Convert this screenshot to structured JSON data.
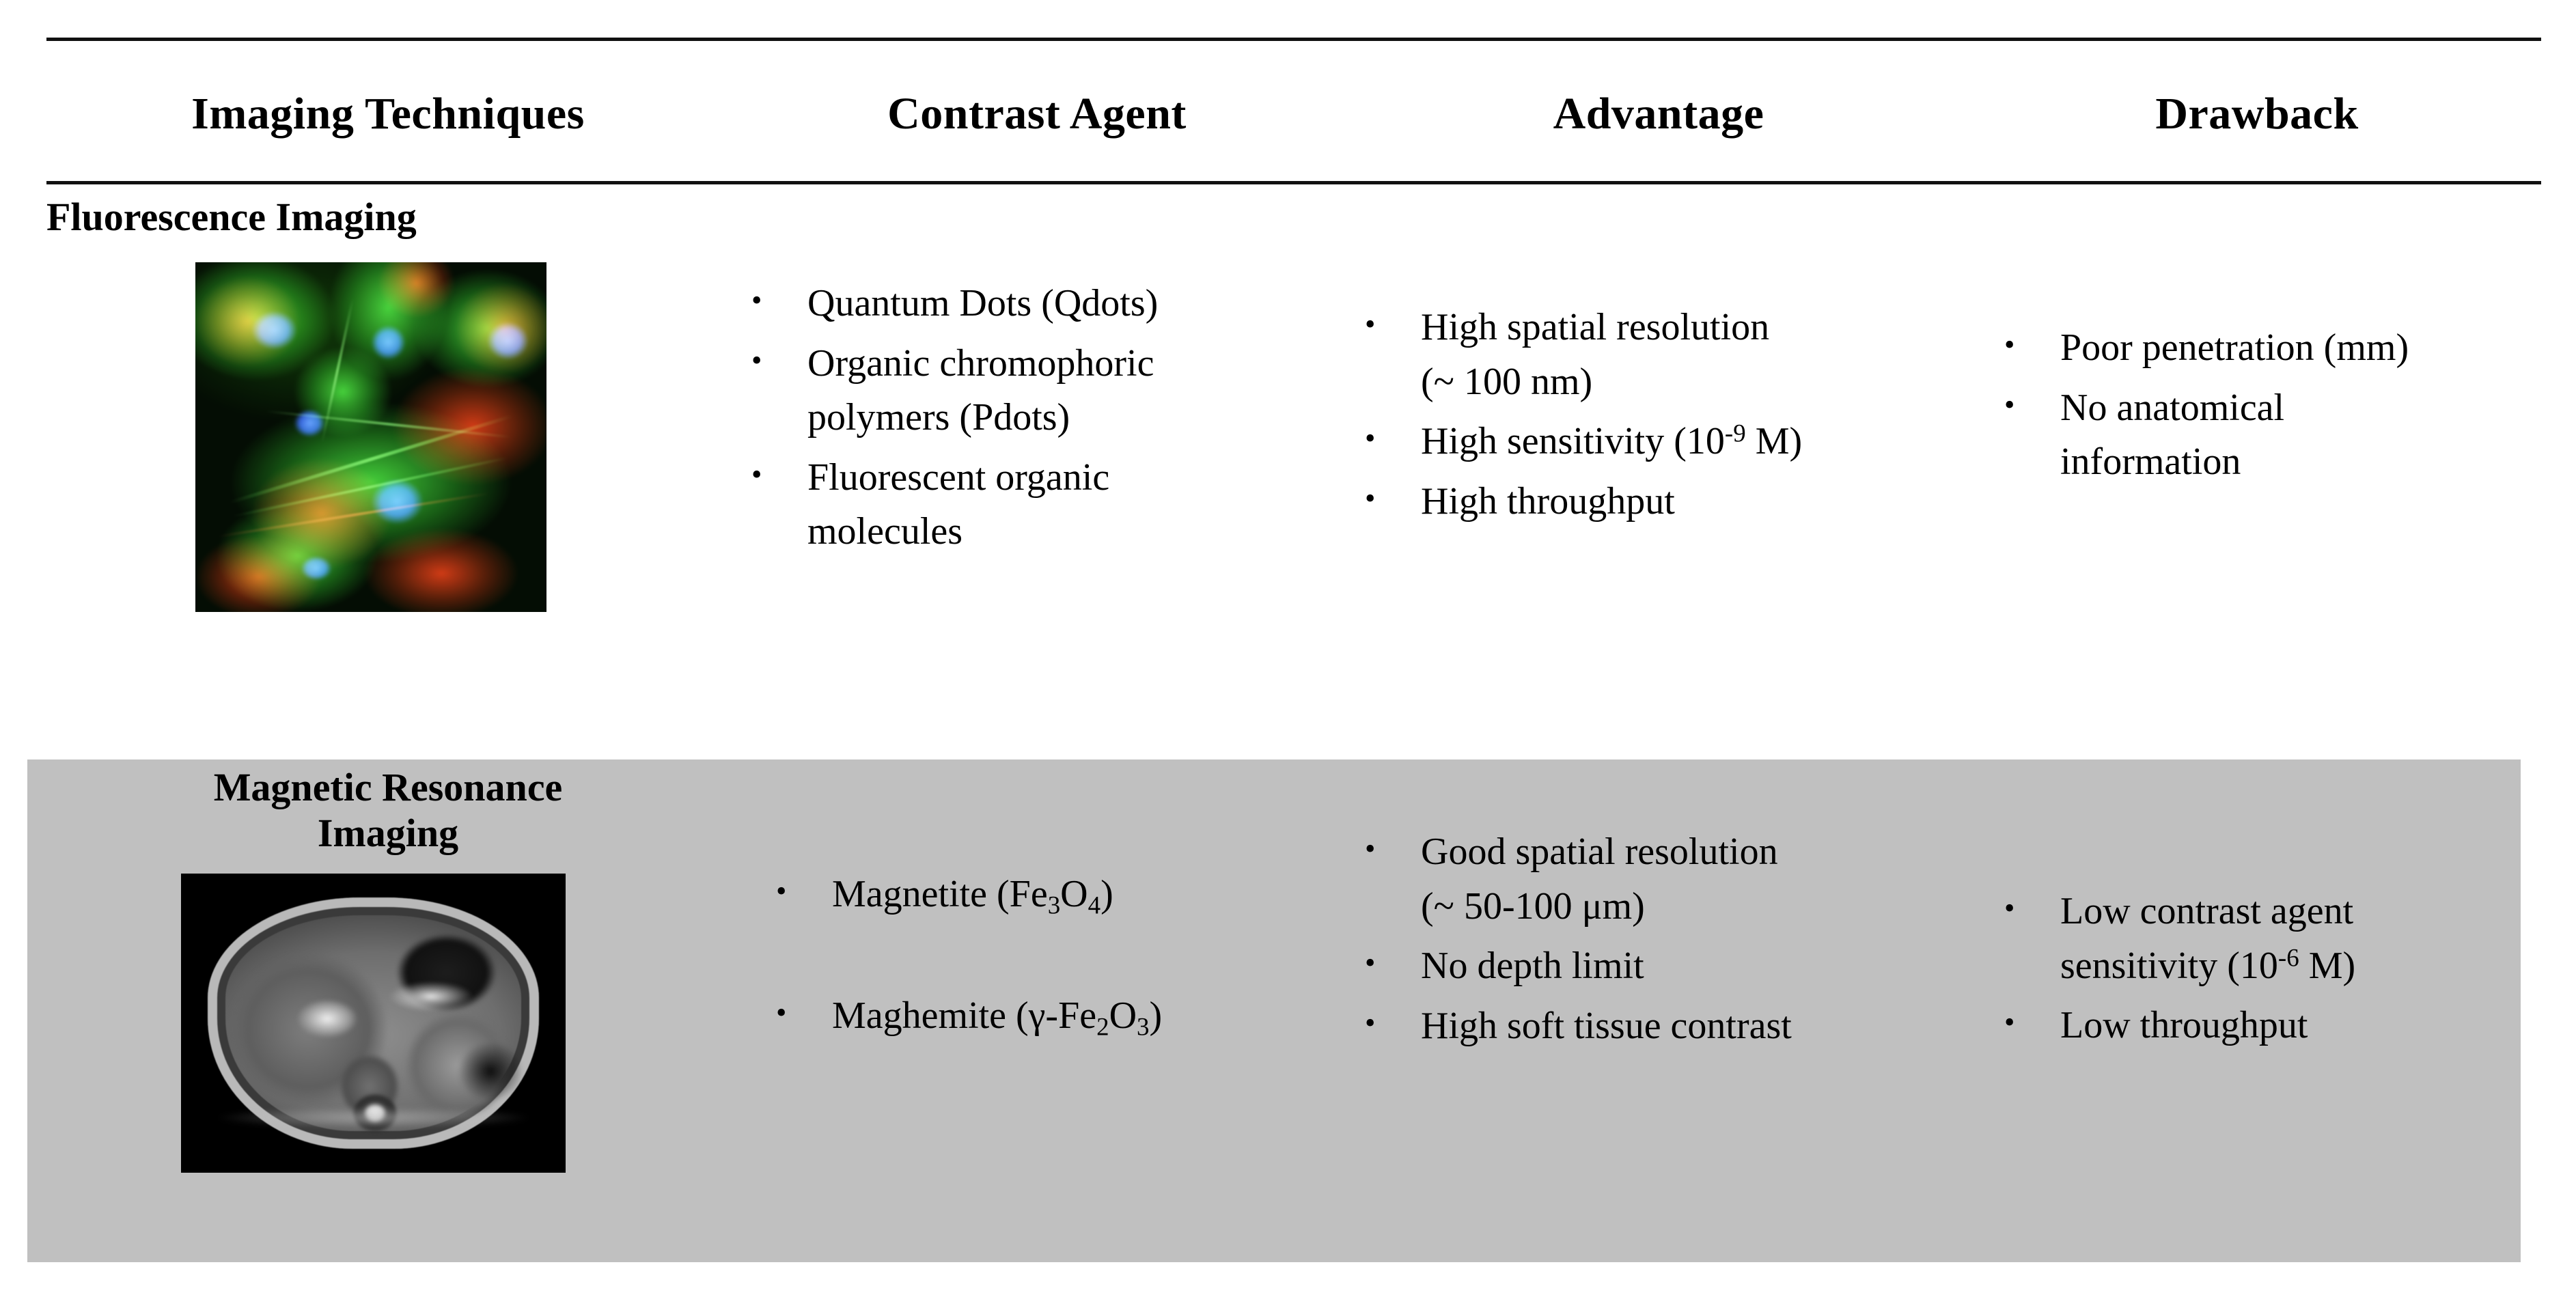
{
  "table": {
    "columns": [
      {
        "id": "imaging-techniques",
        "label": "Imaging Techniques"
      },
      {
        "id": "contrast-agent",
        "label": "Contrast Agent"
      },
      {
        "id": "advantage",
        "label": "Advantage"
      },
      {
        "id": "drawback",
        "label": "Drawback"
      }
    ],
    "shade_color": "#c0c0c0",
    "rule_color": "#111111",
    "rows": [
      {
        "id": "fluorescence-imaging",
        "technique": "Fluorescence Imaging",
        "thumbnail": "fluorescence-micrograph-thumbnail",
        "shaded": false,
        "contrast_agents": [
          "Quantum Dots (Qdots)",
          "Organic chromophoric polymers (Pdots)",
          "Fluorescent organic molecules"
        ],
        "advantages": [
          "High spatial resolution (~ 100 nm)",
          "High sensitivity (10-9 M)",
          "High throughput"
        ],
        "drawbacks": [
          "Poor penetration (mm)",
          "No anatomical information"
        ]
      },
      {
        "id": "magnetic-resonance-imaging",
        "technique": "Magnetic Resonance\nImaging",
        "thumbnail": "mri-abdominal-slice-thumbnail",
        "shaded": true,
        "contrast_agents": [
          "Magnetite (Fe3O4)",
          "Maghemite (γ-Fe2O3)"
        ],
        "advantages": [
          "Good spatial resolution (~ 50-100 μm)",
          "No depth limit",
          "High soft tissue contrast"
        ],
        "drawbacks": [
          "Low contrast agent sensitivity (10-6 M)",
          "Low throughput"
        ]
      }
    ]
  },
  "rich_text": {
    "fluorescence": {
      "advantage_0_a": "High spatial resolution",
      "advantage_0_b": "(~ 100 nm)",
      "advantage_1_pre": "High sensitivity (10",
      "advantage_1_sup": "-9",
      "advantage_1_post": " M)",
      "advantage_2": "High throughput",
      "drawback_0": "Poor penetration (mm)",
      "drawback_1_a": "No anatomical",
      "drawback_1_b": "information",
      "agent_0": "Quantum Dots (Qdots)",
      "agent_1_a": "Organic chromophoric",
      "agent_1_b": "polymers (Pdots)",
      "agent_2_a": "Fluorescent organic",
      "agent_2_b": "molecules"
    },
    "mri": {
      "agent_0_pre": "Magnetite (Fe",
      "agent_0_sub1": "3",
      "agent_0_mid": "O",
      "agent_0_sub2": "4",
      "agent_0_post": ")",
      "agent_1_pre": "Maghemite (γ-Fe",
      "agent_1_sub1": "2",
      "agent_1_mid": "O",
      "agent_1_sub2": "3",
      "agent_1_post": ")",
      "advantage_0_a": "Good spatial resolution",
      "advantage_0_b": "(~ 50-100 μm)",
      "advantage_1": "No depth limit",
      "advantage_2": "High soft tissue contrast",
      "drawback_0_a": "Low contrast agent",
      "drawback_0_pre": "sensitivity (10",
      "drawback_0_sup": "-6",
      "drawback_0_post": " M)",
      "drawback_1": "Low throughput"
    }
  }
}
